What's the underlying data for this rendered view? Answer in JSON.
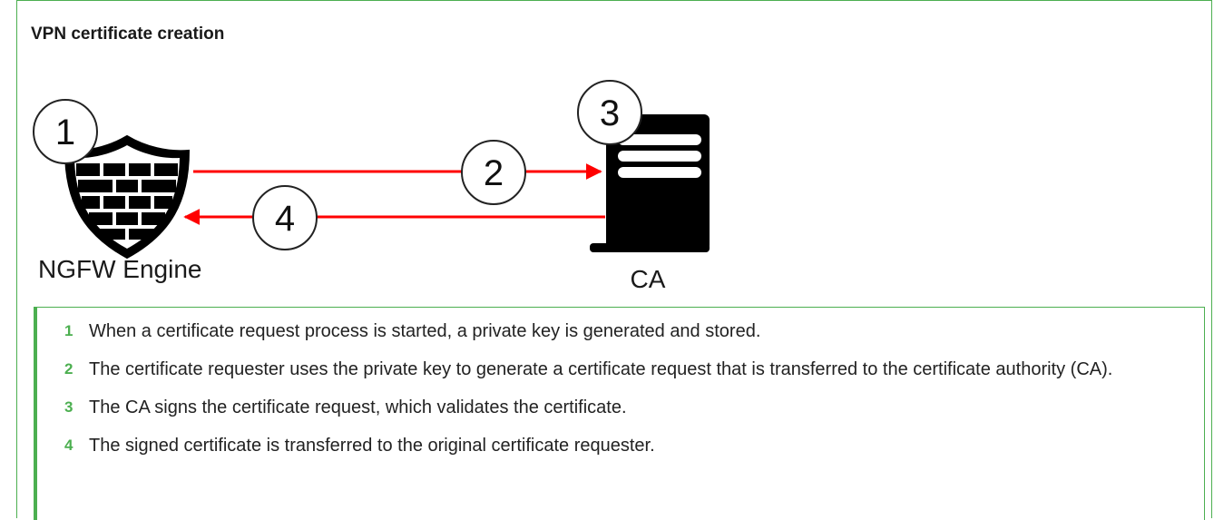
{
  "title": "VPN certificate creation",
  "nodes": {
    "engine": {
      "label": "NGFW Engine",
      "step": "1"
    },
    "ca": {
      "label": "CA",
      "step": "3"
    }
  },
  "arrows": {
    "request": {
      "step": "2",
      "color": "#ff0000"
    },
    "response": {
      "step": "4",
      "color": "#ff0000"
    }
  },
  "steps": [
    {
      "number": "1",
      "text": "When a certificate request process is started, a private key is generated and stored."
    },
    {
      "number": "2",
      "text": "The certificate requester uses the private key to generate a certificate request that is transferred to the certificate authority (CA)."
    },
    {
      "number": "3",
      "text": "The CA signs the certificate request, which validates the certificate."
    },
    {
      "number": "4",
      "text": "The signed certificate is transferred to the original certificate requester."
    }
  ],
  "colors": {
    "accent": "#4caf50",
    "arrow": "#ff0000",
    "icon": "#000000"
  }
}
